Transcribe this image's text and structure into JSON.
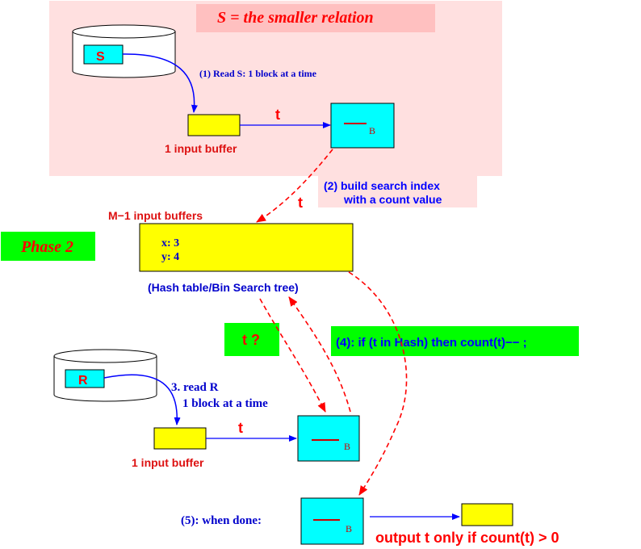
{
  "title": "S = the smaller relation",
  "relation_s": "S",
  "relation_r": "R",
  "step1": "(1) Read S: 1 block at a time",
  "t_label": "t",
  "buffer_b": "B",
  "input_buffer": "1 input buffer",
  "step2_line1": "(2) build search index",
  "step2_line2": "with a count value",
  "m1_buffers": "M−1 input buffers",
  "phase2": "Phase 2",
  "index_x": "x: 3",
  "index_y": "y: 4",
  "hash_label": "(Hash table/Bin Search tree)",
  "probe": "t ?",
  "step4": "(4): if (t in Hash) then count(t)−− ;",
  "step3_line1": "3. read R",
  "step3_line2": "1 block at a time",
  "step5": "(5): when done:",
  "output": "output t only if count(t) > 0",
  "colors": {
    "pink_region": "#ffe0e0",
    "title_bg": "#ffc0c0",
    "yellow": "#ffff00",
    "cyan": "#00ffff",
    "green": "#00ff00",
    "red": "#ff0000",
    "dark_red": "#dd1111",
    "blue": "#0000ff",
    "navy": "#0000cc"
  }
}
